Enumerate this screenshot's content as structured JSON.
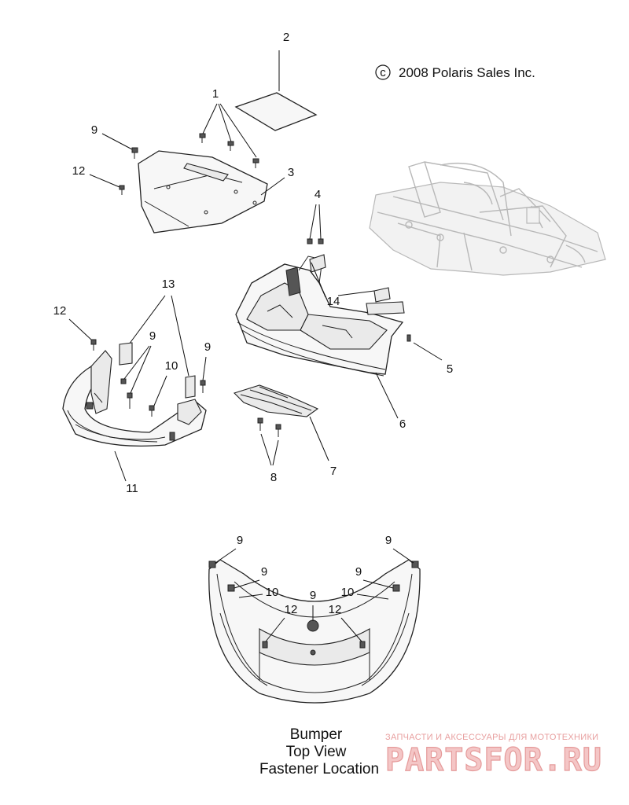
{
  "copyright": {
    "symbol": "c",
    "text": "2008 Polaris Sales Inc."
  },
  "callouts": {
    "c1": "1",
    "c2": "2",
    "c3": "3",
    "c4": "4",
    "c5": "5",
    "c6": "6",
    "c7": "7",
    "c8": "8",
    "c9a": "9",
    "c9b": "9",
    "c9c": "9",
    "c10": "10",
    "c11": "11",
    "c12a": "12",
    "c12b": "12",
    "c13": "13",
    "c14": "14"
  },
  "top_view": {
    "callouts": {
      "t9a": "9",
      "t9b": "9",
      "t9c": "9",
      "t9d": "9",
      "t9e": "9",
      "t10a": "10",
      "t10b": "10",
      "t12a": "12",
      "t12b": "12"
    },
    "caption": {
      "line1": "Bumper",
      "line2": "Top View",
      "line3": "Fastener Location"
    }
  },
  "watermark": {
    "tagline": "ЗАПЧАСТИ И АКСЕССУАРЫ ДЛЯ МОТОТЕХНИКИ",
    "brand": "PARTSFOR.RU"
  }
}
